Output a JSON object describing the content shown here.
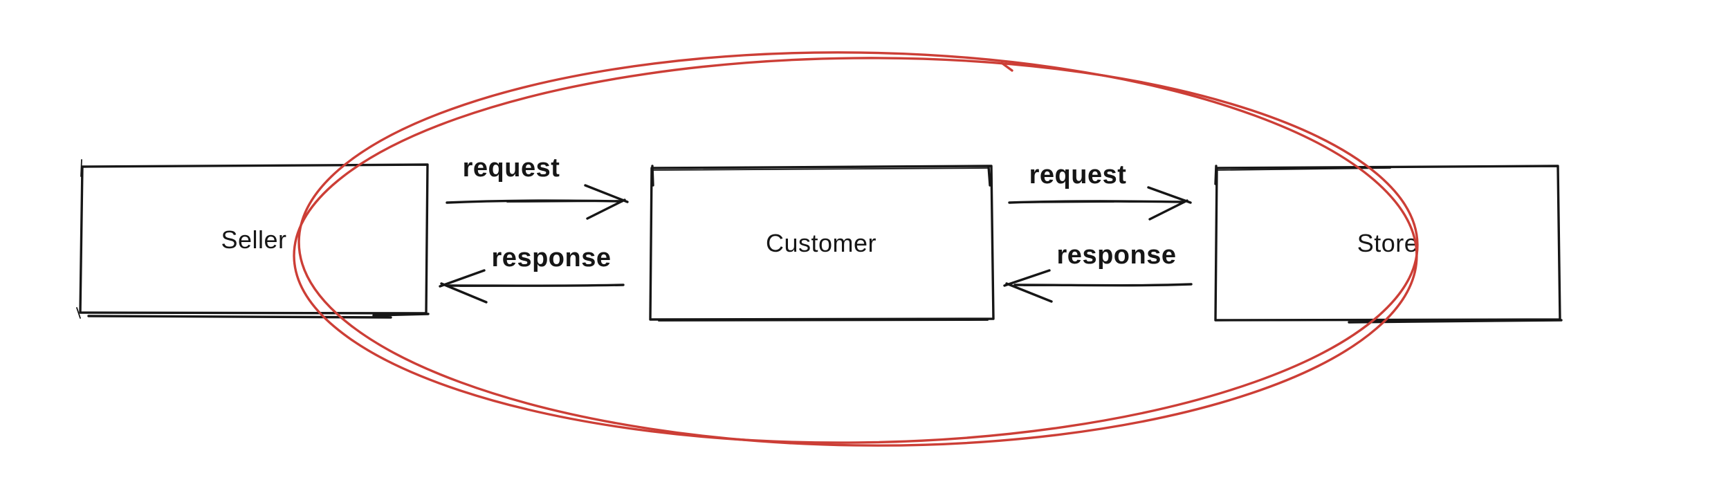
{
  "diagram": {
    "type": "hand-drawn-flow-diagram",
    "background_color": "#ffffff",
    "ink_color": "#161616",
    "highlight_color": "#cc3e36",
    "boxes": {
      "seller": {
        "label": "Seller"
      },
      "customer": {
        "label": "Customer"
      },
      "store": {
        "label": "Store"
      }
    },
    "edges": {
      "seller_to_customer": {
        "label": "request",
        "from": "Seller",
        "to": "Customer",
        "direction": "right"
      },
      "customer_to_seller": {
        "label": "response",
        "from": "Customer",
        "to": "Seller",
        "direction": "left"
      },
      "customer_to_store": {
        "label": "request",
        "from": "Customer",
        "to": "Store",
        "direction": "right"
      },
      "store_to_customer": {
        "label": "response",
        "from": "Store",
        "to": "Customer",
        "direction": "left"
      }
    },
    "highlight_annotation": {
      "shape": "ellipse",
      "style": "hand-drawn double stroke",
      "color": "#cc3e36"
    }
  }
}
